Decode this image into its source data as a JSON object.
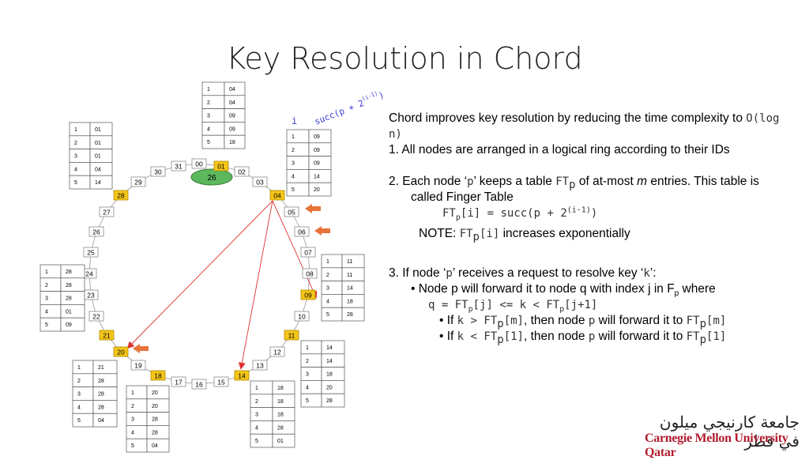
{
  "title": "Key Resolution in Chord",
  "ring": {
    "nodes": [
      "00",
      "01",
      "02",
      "03",
      "04",
      "05",
      "06",
      "07",
      "08",
      "09",
      "10",
      "11",
      "12",
      "13",
      "14",
      "15",
      "16",
      "17",
      "18",
      "19",
      "20",
      "21",
      "22",
      "23",
      "24",
      "25",
      "26",
      "27",
      "28",
      "29",
      "30",
      "31"
    ],
    "active_nodes": [
      "01",
      "04",
      "09",
      "11",
      "14",
      "18",
      "20",
      "21",
      "28"
    ],
    "arrow_pointed_nodes": [
      "05",
      "06",
      "20"
    ],
    "center_node": "26"
  },
  "finger_label": {
    "i": "i",
    "formula": "succ(p + 2",
    "exp": "(i-1)",
    "close": ")"
  },
  "finger_tables": [
    {
      "node": "01",
      "rows": [
        [
          "1",
          "04"
        ],
        [
          "2",
          "04"
        ],
        [
          "3",
          "09"
        ],
        [
          "4",
          "09"
        ],
        [
          "5",
          "18"
        ]
      ]
    },
    {
      "node": "04",
      "rows": [
        [
          "1",
          "09"
        ],
        [
          "2",
          "09"
        ],
        [
          "3",
          "09"
        ],
        [
          "4",
          "14"
        ],
        [
          "5",
          "20"
        ]
      ]
    },
    {
      "node": "09",
      "rows": [
        [
          "1",
          "11"
        ],
        [
          "2",
          "11"
        ],
        [
          "3",
          "14"
        ],
        [
          "4",
          "18"
        ],
        [
          "5",
          "28"
        ]
      ]
    },
    {
      "node": "11",
      "rows": [
        [
          "1",
          "14"
        ],
        [
          "2",
          "14"
        ],
        [
          "3",
          "18"
        ],
        [
          "4",
          "20"
        ],
        [
          "5",
          "28"
        ]
      ]
    },
    {
      "node": "14",
      "rows": [
        [
          "1",
          "18"
        ],
        [
          "2",
          "18"
        ],
        [
          "3",
          "18"
        ],
        [
          "4",
          "28"
        ],
        [
          "5",
          "01"
        ]
      ]
    },
    {
      "node": "18",
      "rows": [
        [
          "1",
          "20"
        ],
        [
          "2",
          "20"
        ],
        [
          "3",
          "28"
        ],
        [
          "4",
          "28"
        ],
        [
          "5",
          "04"
        ]
      ]
    },
    {
      "node": "20",
      "rows": [
        [
          "1",
          "21"
        ],
        [
          "2",
          "28"
        ],
        [
          "3",
          "28"
        ],
        [
          "4",
          "28"
        ],
        [
          "5",
          "04"
        ]
      ]
    },
    {
      "node": "21",
      "rows": [
        [
          "1",
          "28"
        ],
        [
          "2",
          "28"
        ],
        [
          "3",
          "28"
        ],
        [
          "4",
          "01"
        ],
        [
          "5",
          "09"
        ]
      ]
    },
    {
      "node": "28",
      "rows": [
        [
          "1",
          "01"
        ],
        [
          "2",
          "01"
        ],
        [
          "3",
          "01"
        ],
        [
          "4",
          "04"
        ],
        [
          "5",
          "14"
        ]
      ]
    }
  ],
  "notes": {
    "intro": "Chord improves key resolution by reducing the time complexity to",
    "intro_code": "O(log n)",
    "item1": "1.   All nodes are arranged in a logical ring according to their IDs",
    "item2_a": "2.   Each node ‘",
    "item2_p": "p",
    "item2_b": "’ keeps a table",
    "item2_ft": "FT",
    "item2_sub": "p",
    "item2_c": "of at-most",
    "item2_m": "m",
    "item2_d": "entries. This table is called Finger Table",
    "formula_a": "FT",
    "formula_sub": "p",
    "formula_b": "[i] = succ(p + 2",
    "formula_exp": "(i-1)",
    "formula_c": ")",
    "note_label": "NOTE:",
    "note_ft": "FT",
    "note_sub": "p",
    "note_code": "[i]",
    "note_text": "increases exponentially",
    "item3_a": "3.   If node ‘",
    "item3_p": "p",
    "item3_b": "’ receives a request to resolve key ‘",
    "item3_k": "k",
    "item3_c": "’:",
    "b1": "• Node p will forward it to node q with index j in F",
    "b1_sub": "p",
    "b1_end": "where",
    "cond_a": "q = FT",
    "cond_sub1": "p",
    "cond_b": "[j] <= k < FT",
    "cond_sub2": "p",
    "cond_c": "[j+1]",
    "s1_a": "• If",
    "s1_k": "k > FT",
    "s1_sub": "p",
    "s1_m": "[m]",
    "s1_b": ", then node",
    "s1_p": "p",
    "s1_c": "will forward it to",
    "s1_ft": "FT",
    "s1_sub2": "p",
    "s1_end": "[m]",
    "s2_a": "• If",
    "s2_k": "k < FT",
    "s2_sub": "p",
    "s2_m": "[1]",
    "s2_b": ", then node",
    "s2_p": "p",
    "s2_c": "will forward it to",
    "s2_ft": "FT",
    "s2_sub2": "p",
    "s2_end": "[1]"
  },
  "logo": {
    "arabic": "جامعة كارنيجي ميلون في قطر",
    "english": "Carnegie Mellon University Qatar"
  },
  "colors": {
    "active": "#f5c518",
    "center": "#5cb85c",
    "arrow": "#e8743b",
    "query_line": "#e03030",
    "finger_label": "#3b3bd6"
  }
}
